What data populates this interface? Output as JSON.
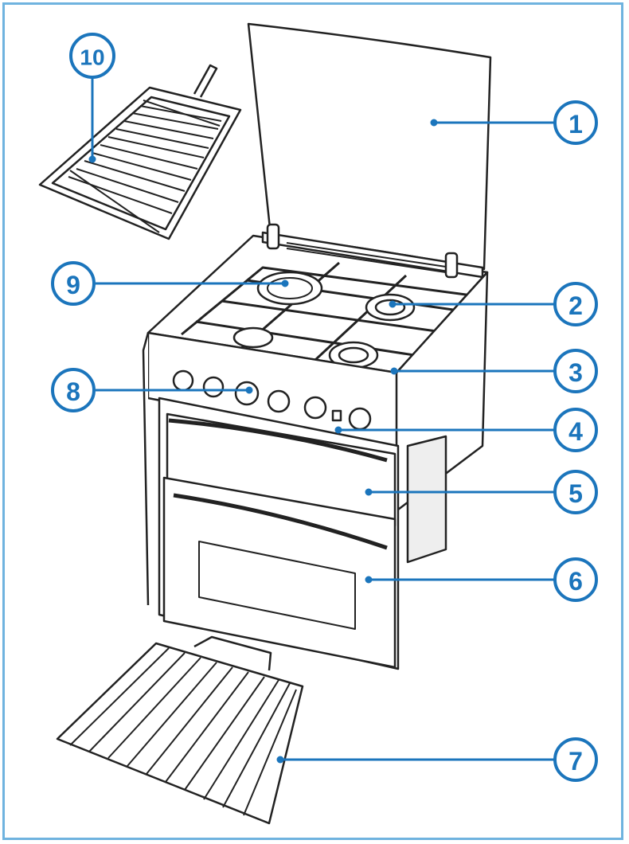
{
  "callouts": [
    {
      "id": "1",
      "label": "1"
    },
    {
      "id": "2",
      "label": "2"
    },
    {
      "id": "3",
      "label": "3"
    },
    {
      "id": "4",
      "label": "4"
    },
    {
      "id": "5",
      "label": "5"
    },
    {
      "id": "6",
      "label": "6"
    },
    {
      "id": "7",
      "label": "7"
    },
    {
      "id": "8",
      "label": "8"
    },
    {
      "id": "9",
      "label": "9"
    },
    {
      "id": "10",
      "label": "10"
    }
  ],
  "colors": {
    "callout": "#1b75bc",
    "frame": "#6fb3df",
    "line_art": "#222222"
  }
}
